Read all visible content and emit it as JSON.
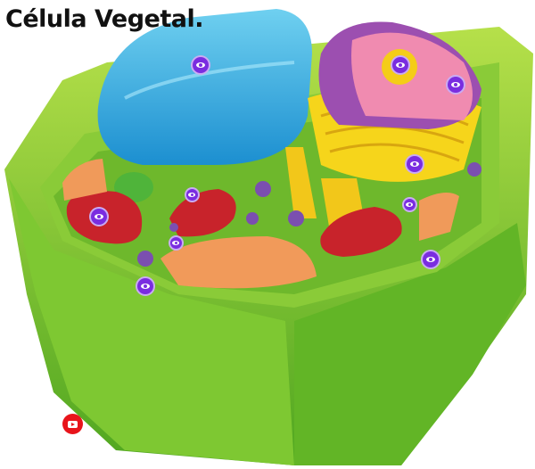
{
  "title": "Célula Vegetal.",
  "hotspots": [
    {
      "name": "vacuole-hotspot",
      "icon": "eye-icon"
    },
    {
      "name": "nucleolus-hotspot",
      "icon": "eye-icon"
    },
    {
      "name": "nucleus-hotspot",
      "icon": "eye-icon"
    },
    {
      "name": "golgi-hotspot",
      "icon": "eye-icon"
    },
    {
      "name": "vesicle-hotspot",
      "icon": "eye-icon"
    },
    {
      "name": "mitochondria-hotspot",
      "icon": "eye-icon"
    },
    {
      "name": "reticulum-hotspot",
      "icon": "eye-icon"
    },
    {
      "name": "cytoplasm-hotspot",
      "icon": "eye-icon"
    },
    {
      "name": "cell-membrane-hotspot",
      "icon": "eye-icon"
    },
    {
      "name": "cell-wall-hotspot",
      "icon": "eye-icon"
    }
  ],
  "video_button": {
    "icon": "youtube-icon"
  },
  "colors": {
    "hotspot": "#7a2de0",
    "video": "#e8141b"
  }
}
